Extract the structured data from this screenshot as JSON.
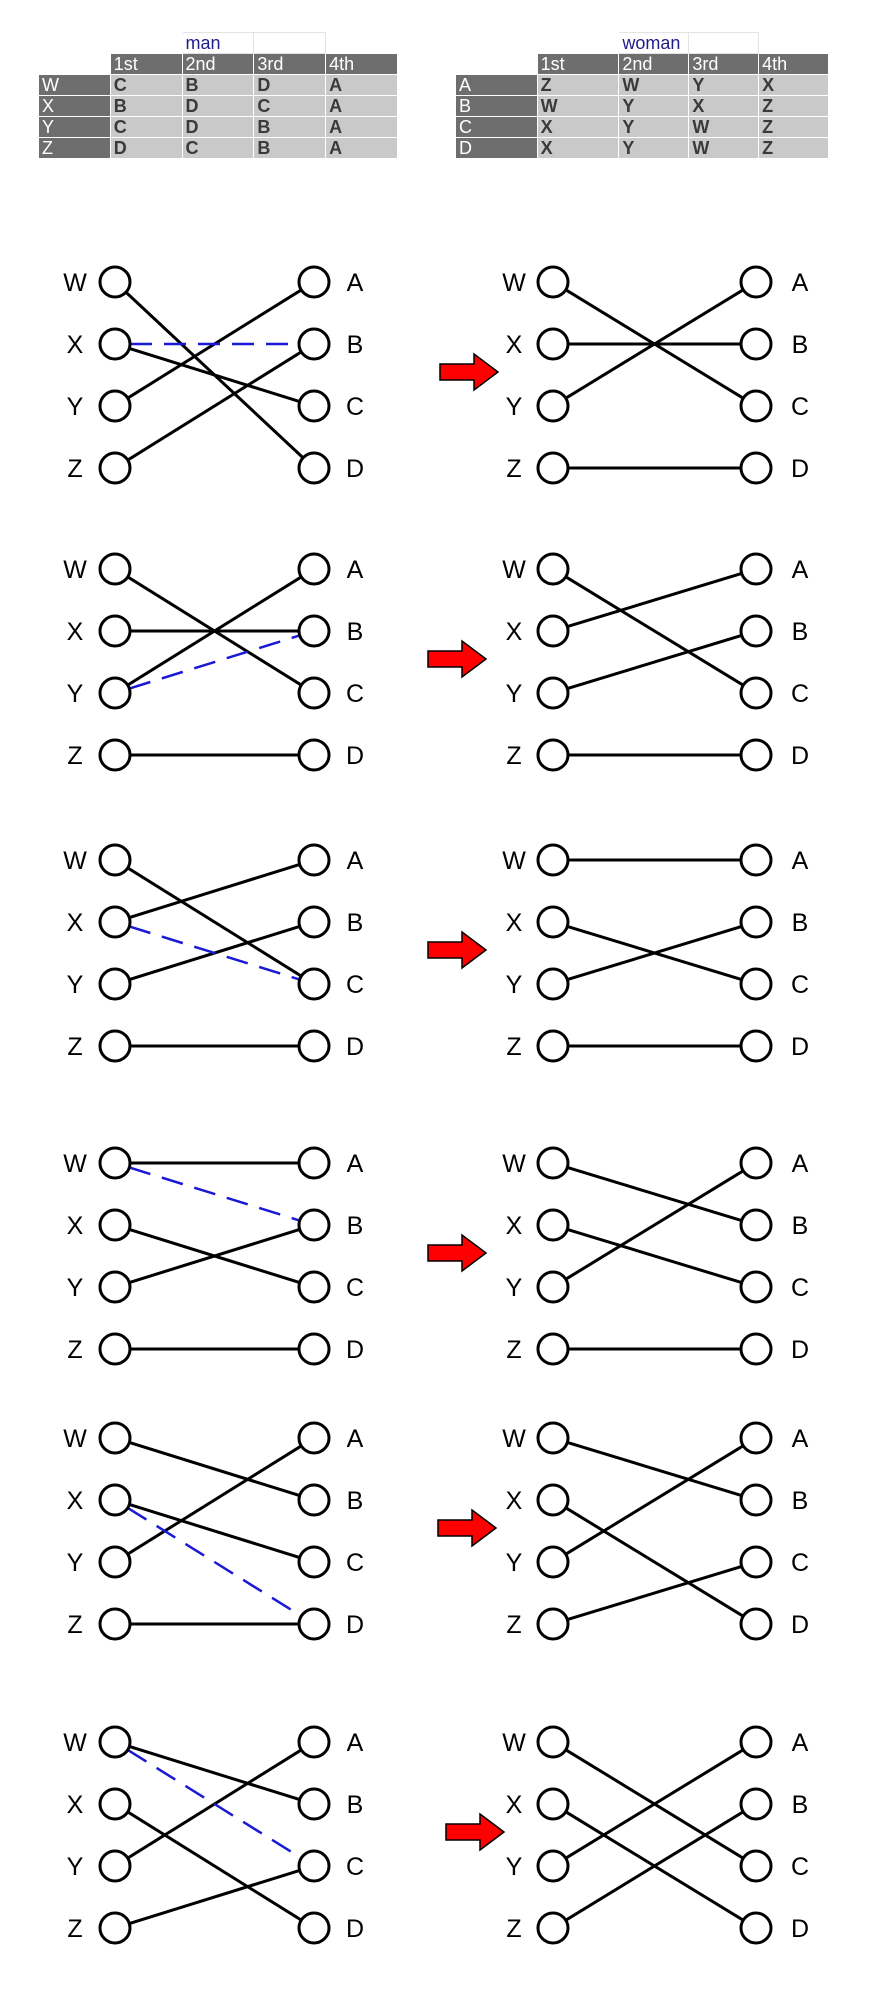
{
  "tables": [
    {
      "title": "man",
      "columns": [
        "1st",
        "2nd",
        "3rd",
        "4th"
      ],
      "rows": [
        {
          "name": "W",
          "prefs": [
            "C",
            "B",
            "D",
            "A"
          ]
        },
        {
          "name": "X",
          "prefs": [
            "B",
            "D",
            "C",
            "A"
          ]
        },
        {
          "name": "Y",
          "prefs": [
            "C",
            "D",
            "B",
            "A"
          ]
        },
        {
          "name": "Z",
          "prefs": [
            "D",
            "C",
            "B",
            "A"
          ]
        }
      ]
    },
    {
      "title": "woman",
      "columns": [
        "1st",
        "2nd",
        "3rd",
        "4th"
      ],
      "rows": [
        {
          "name": "A",
          "prefs": [
            "Z",
            "W",
            "Y",
            "X"
          ]
        },
        {
          "name": "B",
          "prefs": [
            "W",
            "Y",
            "X",
            "Z"
          ]
        },
        {
          "name": "C",
          "prefs": [
            "X",
            "Y",
            "W",
            "Z"
          ]
        },
        {
          "name": "D",
          "prefs": [
            "X",
            "Y",
            "W",
            "Z"
          ]
        }
      ]
    }
  ],
  "left_nodes": [
    "W",
    "X",
    "Y",
    "Z"
  ],
  "right_nodes": [
    "A",
    "B",
    "C",
    "D"
  ],
  "colors": {
    "line": "#000000",
    "blocking_pair": "#1a1ad6",
    "arrow": "#ff0000"
  },
  "steps": [
    {
      "before": {
        "matching": {
          "W": "D",
          "X": "C",
          "Y": "A",
          "Z": "B"
        },
        "blocking_pair": [
          "X",
          "B"
        ]
      },
      "after": {
        "matching": {
          "W": "C",
          "X": "B",
          "Y": "A",
          "Z": "D"
        }
      }
    },
    {
      "before": {
        "matching": {
          "W": "C",
          "X": "B",
          "Y": "A",
          "Z": "D"
        },
        "blocking_pair": [
          "Y",
          "B"
        ]
      },
      "after": {
        "matching": {
          "W": "C",
          "X": "A",
          "Y": "B",
          "Z": "D"
        }
      }
    },
    {
      "before": {
        "matching": {
          "W": "C",
          "X": "A",
          "Y": "B",
          "Z": "D"
        },
        "blocking_pair": [
          "X",
          "C"
        ]
      },
      "after": {
        "matching": {
          "W": "A",
          "X": "C",
          "Y": "B",
          "Z": "D"
        }
      }
    },
    {
      "before": {
        "matching": {
          "W": "A",
          "X": "C",
          "Y": "B",
          "Z": "D"
        },
        "blocking_pair": [
          "W",
          "B"
        ]
      },
      "after": {
        "matching": {
          "W": "B",
          "X": "C",
          "Y": "A",
          "Z": "D"
        }
      }
    },
    {
      "before": {
        "matching": {
          "W": "B",
          "X": "C",
          "Y": "A",
          "Z": "D"
        },
        "blocking_pair": [
          "X",
          "D"
        ]
      },
      "after": {
        "matching": {
          "W": "B",
          "X": "D",
          "Y": "A",
          "Z": "C"
        }
      }
    },
    {
      "before": {
        "matching": {
          "W": "B",
          "X": "D",
          "Y": "A",
          "Z": "C"
        },
        "blocking_pair": [
          "W",
          "C"
        ]
      },
      "after": {
        "matching": {
          "W": "C",
          "X": "D",
          "Y": "A",
          "Z": "B"
        }
      }
    }
  ]
}
